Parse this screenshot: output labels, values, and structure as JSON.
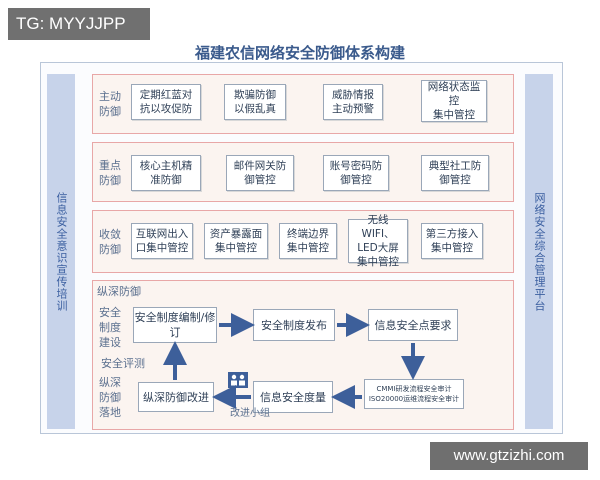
{
  "watermark_top": "TG: MYYJJPP",
  "title": "福建农信网络安全防御体系构建",
  "left_sidebar": "信息安全意识宣传培训",
  "right_sidebar": "网络安全综合管理平台",
  "rows": [
    {
      "label": [
        "主动",
        "防御"
      ],
      "boxes": [
        [
          "定期红蓝对",
          "抗以攻促防"
        ],
        [
          "欺骗防御",
          "以假乱真"
        ],
        [
          "威胁情报",
          "主动预警"
        ],
        [
          "网络状态监",
          "控",
          "集中管控"
        ]
      ]
    },
    {
      "label": [
        "重点",
        "防御"
      ],
      "boxes": [
        [
          "核心主机精",
          "准防御"
        ],
        [
          "邮件网关防",
          "御管控"
        ],
        [
          "账号密码防",
          "御管控"
        ],
        [
          "典型社工防",
          "御管控"
        ]
      ]
    },
    {
      "label": [
        "收敛",
        "防御"
      ],
      "boxes": [
        [
          "互联网出入",
          "口集中管控"
        ],
        [
          "资产暴露面",
          "集中管控"
        ],
        [
          "终端边界",
          "集中管控"
        ],
        [
          "无线WIFI、",
          "LED大屏",
          "集中管控"
        ],
        [
          "第三方接入",
          "集中管控"
        ]
      ]
    }
  ],
  "depth": {
    "title": "纵深防御",
    "label_build": [
      "安全",
      "制度",
      "建设"
    ],
    "label_eval": "安全评测",
    "label_land": [
      "纵深",
      "防御",
      "落地"
    ],
    "box_policy": [
      "安全制度编制/修",
      "订"
    ],
    "box_publish": "安全制度发布",
    "box_points": "信息安全点要求",
    "box_cmmi": [
      "CMMI研发流程安全审计",
      "ISO20000运维流程安全审计"
    ],
    "box_measure": "信息安全度量",
    "box_improve": "纵深防御改进",
    "team": "改进小组"
  },
  "watermark_bottom": "www.gtzizhi.com"
}
